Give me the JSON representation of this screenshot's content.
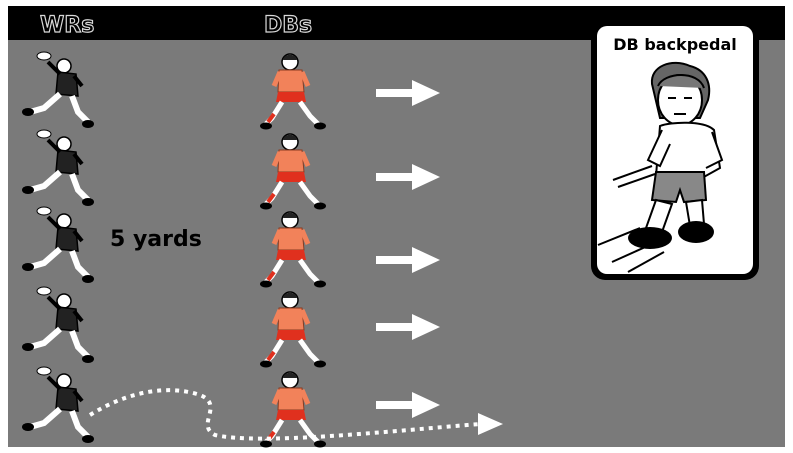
{
  "header": {
    "left_label": "WRs",
    "middle_label": "DBs"
  },
  "distance_label": "5 yards",
  "card": {
    "title": "DB backpedal"
  },
  "colors": {
    "field": "#7a7a7a",
    "top_bar": "#000000",
    "arrow": "#ffffff",
    "db_jersey": "#f2825a",
    "db_shorts": "#e0301e",
    "wr_jersey": "#222222",
    "card_bg": "#ffffff"
  },
  "icons": [
    "receiver-figure-icon",
    "defender-figure-icon",
    "right-arrow-icon",
    "dotted-route-icon",
    "backpedal-player-icon"
  ]
}
